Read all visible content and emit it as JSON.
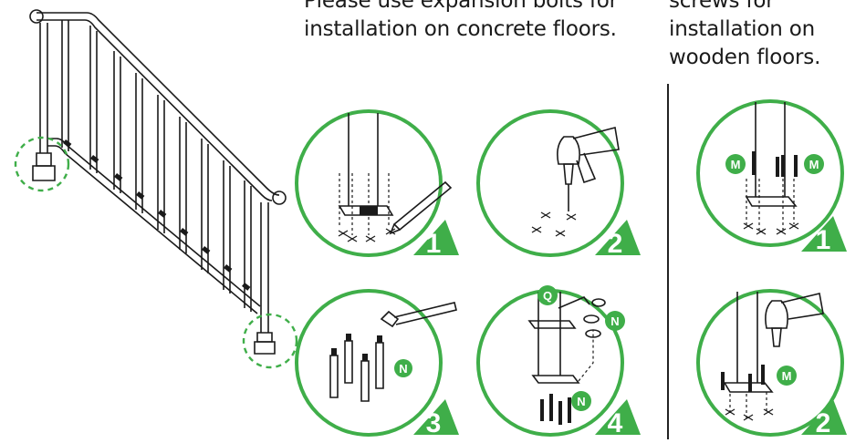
{
  "captions": {
    "concrete": [
      "Please use expansion bolts for",
      "installation on concrete floors."
    ],
    "wood": [
      "screws for",
      "installation on",
      "wooden floors."
    ]
  },
  "steps": {
    "concrete": [
      "1",
      "2",
      "3",
      "4"
    ],
    "wood": [
      "1",
      "2"
    ]
  },
  "part_labels": {
    "expansion_bolt": "N",
    "wrench": "Q",
    "screw": "M"
  },
  "colors": {
    "accent_green": "#3fae49",
    "line": "#1a1a1a",
    "dashed_highlight": "#3fae49"
  }
}
